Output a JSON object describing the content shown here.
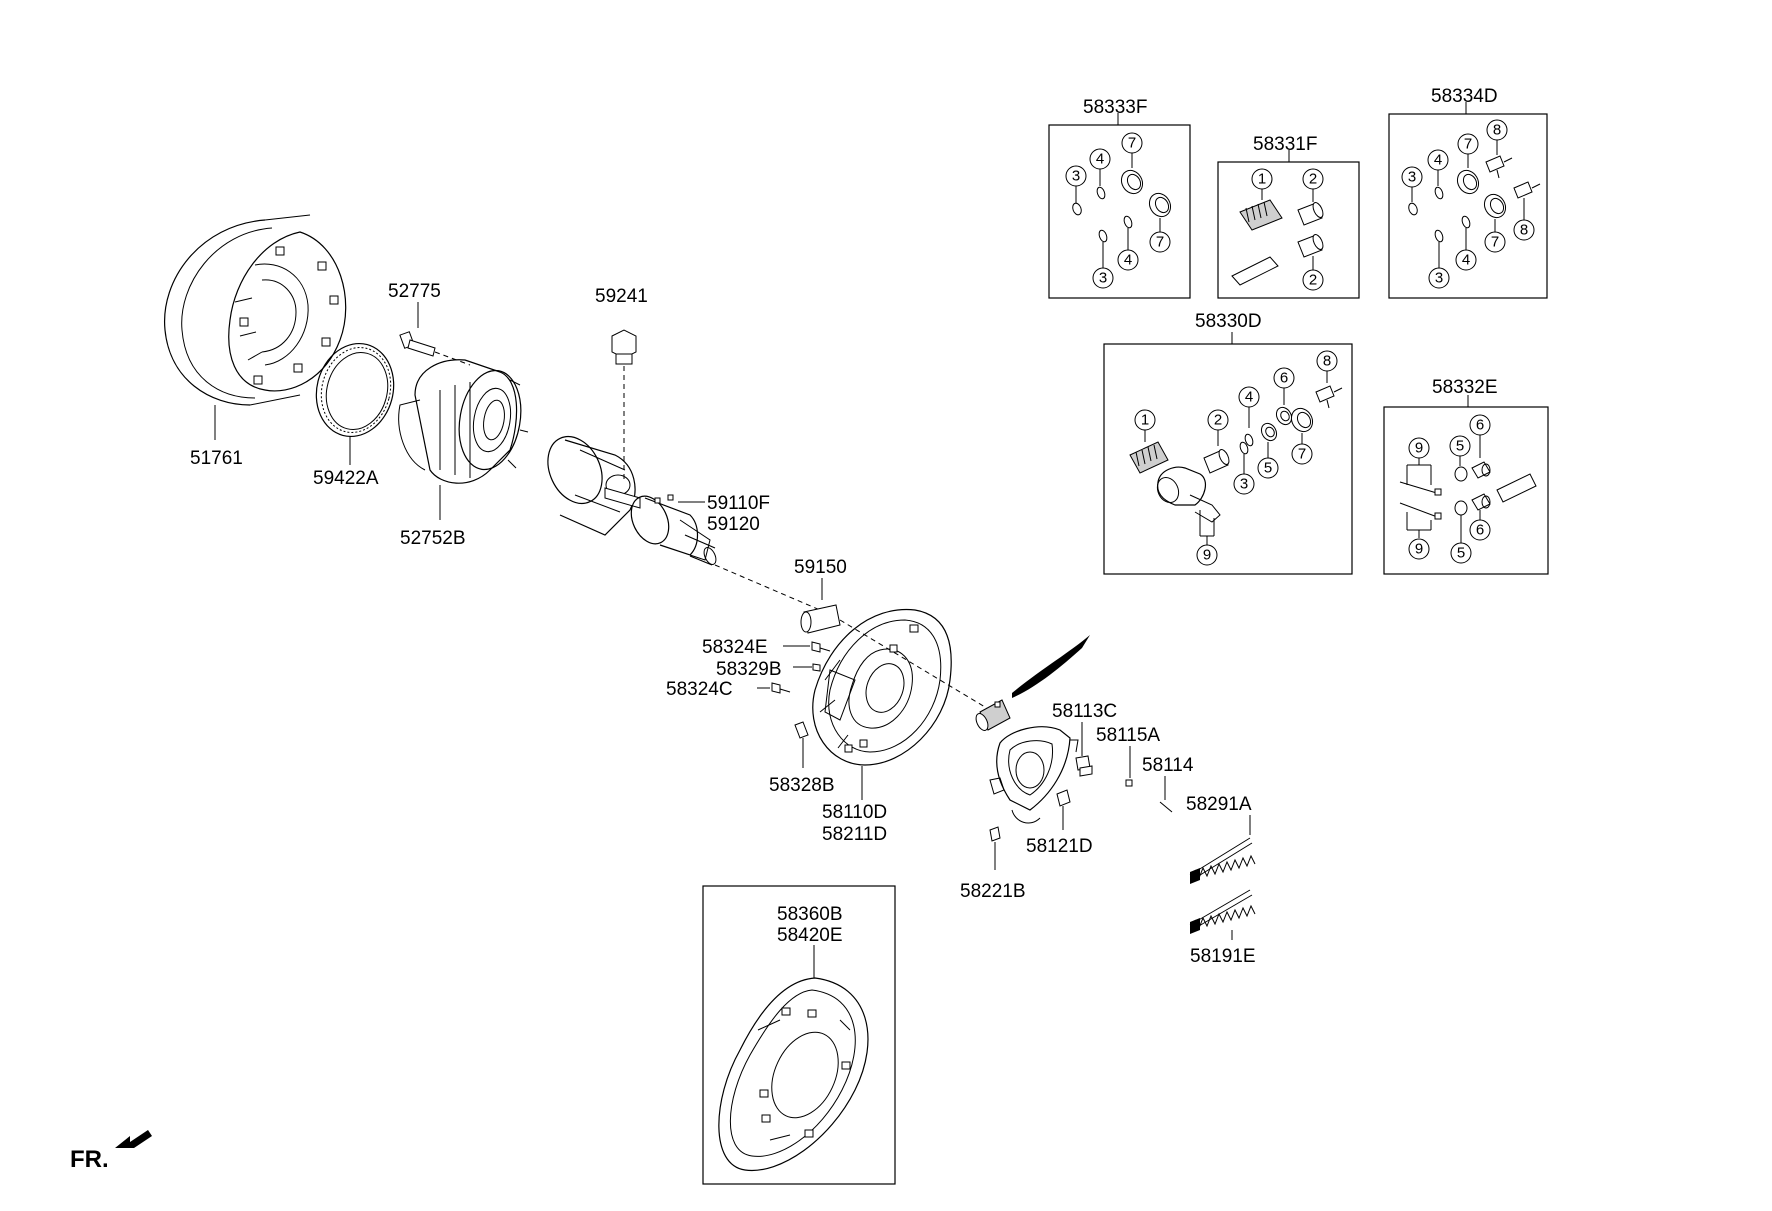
{
  "labels": {
    "p51761": "51761",
    "p52775": "52775",
    "p59422A": "59422A",
    "p52752B": "52752B",
    "p59241": "59241",
    "p59110F": "59110F",
    "p59120": "59120",
    "p59150": "59150",
    "p58324E": "58324E",
    "p58329B": "58329B",
    "p58324C": "58324C",
    "p58328B": "58328B",
    "p58110D": "58110D",
    "p58211D": "58211D",
    "p58113C": "58113C",
    "p58115A": "58115A",
    "p58114": "58114",
    "p58291A": "58291A",
    "p58121D": "58121D",
    "p58221B": "58221B",
    "p58191E": "58191E",
    "p58360B": "58360B",
    "p58420E": "58420E",
    "fr": "FR."
  },
  "kits": {
    "k58333F": {
      "title": "58333F",
      "items": [
        "3",
        "4",
        "7",
        "7",
        "3",
        "4"
      ]
    },
    "k58331F": {
      "title": "58331F",
      "items": [
        "1",
        "2",
        "2"
      ]
    },
    "k58334D": {
      "title": "58334D",
      "items": [
        "3",
        "4",
        "7",
        "8",
        "7",
        "8",
        "3",
        "4"
      ]
    },
    "k58330D": {
      "title": "58330D",
      "items": [
        "1",
        "2",
        "4",
        "6",
        "8",
        "3",
        "5",
        "7",
        "9"
      ]
    },
    "k58332E": {
      "title": "58332E",
      "items": [
        "9",
        "5",
        "6",
        "9",
        "5",
        "6"
      ]
    }
  }
}
